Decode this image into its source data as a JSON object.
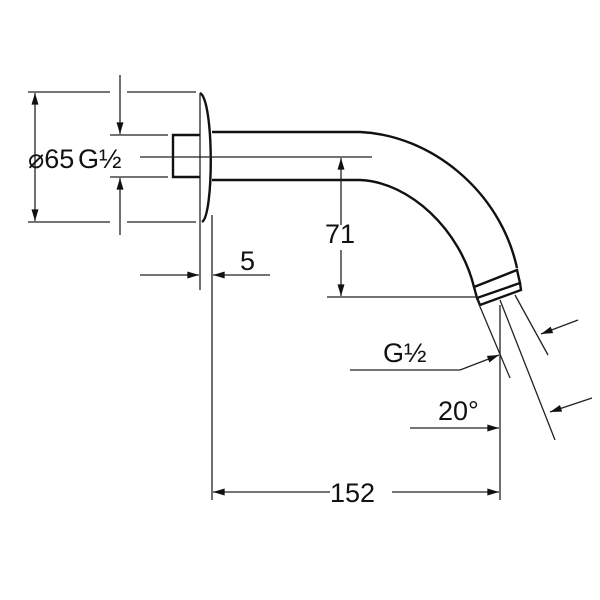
{
  "drawing": {
    "diameter_label": "⌀65",
    "thread_inlet_label": "G½",
    "flange_thickness_label": "5",
    "drop_label": "71",
    "thread_outlet_label": "G½",
    "angle_label": "20°",
    "projection_label": "152"
  }
}
